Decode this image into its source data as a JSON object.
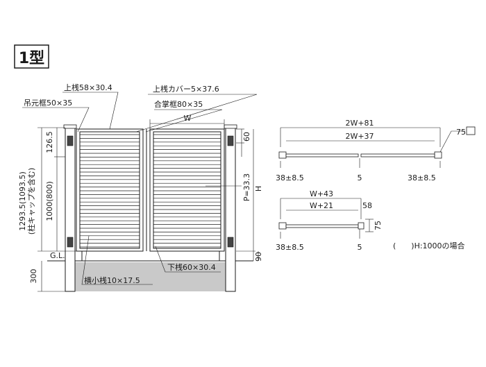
{
  "badge": {
    "label": "1型"
  },
  "labels": {
    "top_rail": "上桟58×30.4",
    "top_rail_cover": "上桟カバー5×37.6",
    "hinge_frame": "吊元框50×35",
    "meeting_frame": "合掌框80×35",
    "bottom_rail": "下桟60×30.4",
    "horizontal_slat": "横小桟10×17.5"
  },
  "dims": {
    "width": "W",
    "height": "H",
    "top_offset": "126.5",
    "overall_height": "1293.5(1093.5)",
    "overall_note": "(柱キャップを含む)",
    "door_height": "1000(800)",
    "ground_line": "G.L.",
    "embed_depth": "300",
    "bottom_gap": "90",
    "top_gap": "60",
    "pitch": "P=33.3"
  },
  "plan_double": {
    "overall": "2W+81",
    "inner": "2W+37",
    "post_size": "75",
    "left_offset": "38±8.5",
    "center_gap": "5",
    "right_offset": "38±8.5"
  },
  "plan_single": {
    "overall": "W+43",
    "inner": "W+21",
    "depth": "58",
    "post_size": "75",
    "left_offset": "38±8.5",
    "gap": "5"
  },
  "note": "(　　)H:1000の場合"
}
